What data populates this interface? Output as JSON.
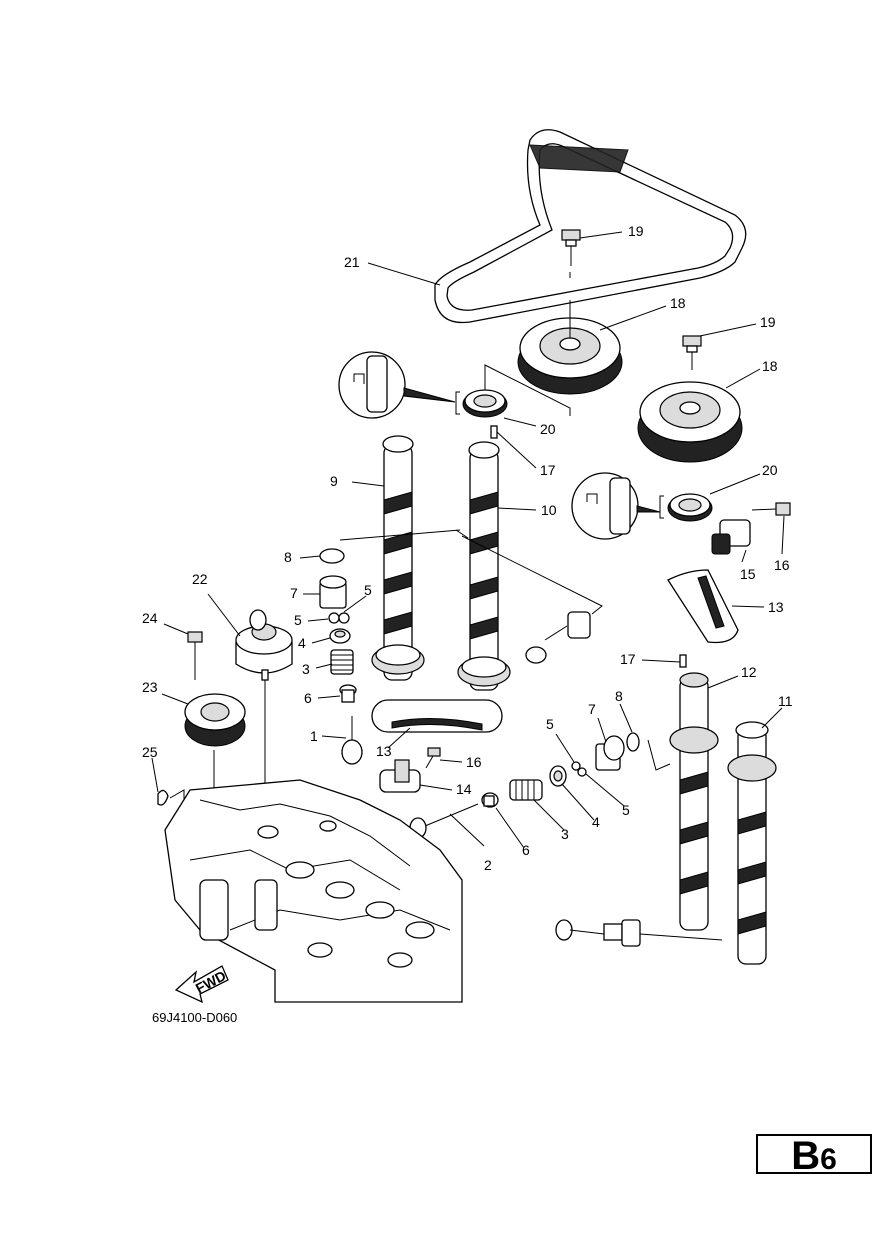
{
  "drawing_code": "69J4100-D060",
  "page_badge": {
    "letter": "B",
    "number": "6"
  },
  "fwd_label": "FWD",
  "callouts": {
    "c1": "1",
    "c2": "2",
    "c3a": "3",
    "c3b": "3",
    "c4a": "4",
    "c4b": "4",
    "c5a": "5",
    "c5b": "5",
    "c5c": "5",
    "c5d": "5",
    "c6a": "6",
    "c6b": "6",
    "c7a": "7",
    "c7b": "7",
    "c8a": "8",
    "c8b": "8",
    "c9": "9",
    "c10": "10",
    "c11": "11",
    "c12": "12",
    "c13a": "13",
    "c13b": "13",
    "c14": "14",
    "c15": "15",
    "c16a": "16",
    "c16b": "16",
    "c17a": "17",
    "c17b": "17",
    "c18a": "18",
    "c18b": "18",
    "c19a": "19",
    "c19b": "19",
    "c20a": "20",
    "c20b": "20",
    "c21": "21",
    "c22": "22",
    "c23": "23",
    "c24": "24",
    "c25": "25"
  }
}
